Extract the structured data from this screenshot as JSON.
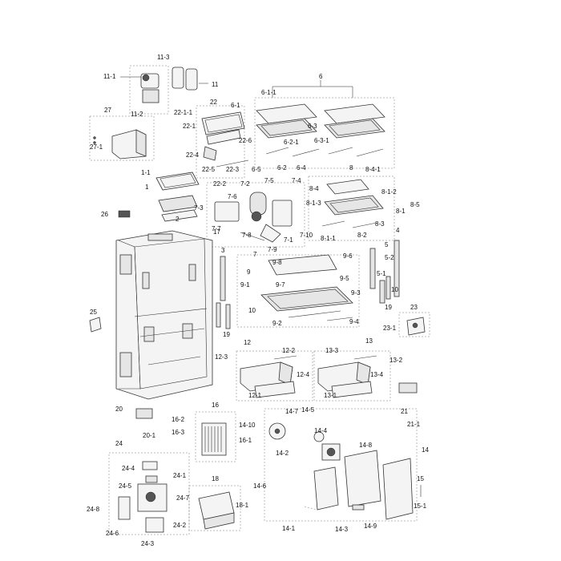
{
  "labels": {
    "l_11_1": "11-1",
    "l_11_3": "11-3",
    "l_11": "11",
    "l_11_2": "11-2",
    "l_27": "27",
    "l_27_1": "27-1",
    "l_22": "22",
    "l_22_1_1": "22-1-1",
    "l_22_1": "22-1",
    "l_22_6": "22-6",
    "l_22_4": "22-4",
    "l_22_5": "22-5",
    "l_22_3": "22-3",
    "l_22_2": "22-2",
    "l_6": "6",
    "l_6_1_1": "6-1-1",
    "l_6_1": "6-1",
    "l_6_3": "6-3",
    "l_6_2_1": "6-2-1",
    "l_6_3_1": "6-3-1",
    "l_6_5": "6-5",
    "l_6_2": "6-2",
    "l_6_4": "6-4",
    "l_8": "8",
    "l_8_4_1": "8-4-1",
    "l_8_4": "8-4",
    "l_8_1_2": "8-1-2",
    "l_8_1_3": "8-1-3",
    "l_8_5": "8-5",
    "l_8_1": "8-1",
    "l_8_3": "8-3",
    "l_8_2": "8-2",
    "l_8_1_1": "8-1-1",
    "l_1_1": "1-1",
    "l_1": "1",
    "l_26": "26",
    "l_2": "2",
    "l_17": "17",
    "l_7_2": "7-2",
    "l_7_5": "7-5",
    "l_7_4": "7-4",
    "l_7_6": "7-6",
    "l_7_3": "7-3",
    "l_7_7": "7-7",
    "l_7_8": "7-8",
    "l_7_9": "7-9",
    "l_7_1": "7-1",
    "l_7_10": "7-10",
    "l_7": "7",
    "l_4": "4",
    "l_5": "5",
    "l_5_2": "5-2",
    "l_5_1": "5-1",
    "l_3": "3",
    "l_9": "9",
    "l_9_8": "9-8",
    "l_9_6": "9-6",
    "l_9_5": "9-5",
    "l_9_1": "9-1",
    "l_9_7": "9-7",
    "l_9_3": "9-3",
    "l_9_2": "9-2",
    "l_9_4": "9-4",
    "l_10a": "10",
    "l_10b": "10",
    "l_19a": "19",
    "l_19b": "19",
    "l_25": "25",
    "l_23": "23",
    "l_23_1": "23-1",
    "l_12": "12",
    "l_12_3": "12-3",
    "l_12_2": "12-2",
    "l_12_4": "12-4",
    "l_12_1": "12-1",
    "l_13": "13",
    "l_13_3": "13-3",
    "l_13_2": "13-2",
    "l_13_4": "13-4",
    "l_13_1": "13-1",
    "l_20": "20",
    "l_20_1": "20-1",
    "l_21": "21",
    "l_21_1": "21-1",
    "l_16": "16",
    "l_16_2": "16-2",
    "l_16_3": "16-3",
    "l_16_1": "16-1",
    "l_14_7": "14-7",
    "l_14_5": "14-5",
    "l_14_10": "14-10",
    "l_14_4": "14-4",
    "l_14_2": "14-2",
    "l_14_8": "14-8",
    "l_14": "14",
    "l_14_6": "14-6",
    "l_14_1": "14-1",
    "l_14_3": "14-3",
    "l_14_9": "14-9",
    "l_15": "15",
    "l_15_1": "15-1",
    "l_24": "24",
    "l_24_4": "24-4",
    "l_24_1": "24-1",
    "l_24_5": "24-5",
    "l_24_7": "24-7",
    "l_24_8": "24-8",
    "l_24_6": "24-6",
    "l_24_3": "24-3",
    "l_24_2": "24-2",
    "l_18": "18",
    "l_18_1": "18-1"
  }
}
